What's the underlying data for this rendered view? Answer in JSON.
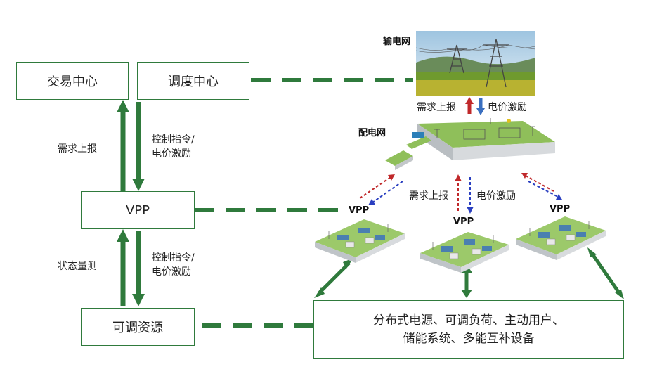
{
  "boxes": {
    "trading_center": "交易中心",
    "dispatch_center": "调度中心",
    "vpp": "VPP",
    "adjustable_resources": "可调资源",
    "resources_desc_line1": "分布式电源、可调负荷、主动用户、",
    "resources_desc_line2": "储能系统、多能互补设备"
  },
  "labels": {
    "demand_report_left": "需求上报",
    "control_cmd_top_line1": "控制指令/",
    "control_cmd_top_line2": "电价激励",
    "status_measure": "状态量测",
    "control_cmd_bottom_line1": "控制指令/",
    "control_cmd_bottom_line2": "电价激励",
    "transmission_grid": "输电网",
    "distribution_grid": "配电网",
    "demand_report_top": "需求上报",
    "price_incentive_top": "电价激励",
    "demand_report_mid": "需求上报",
    "price_incentive_mid": "电价激励",
    "vpp_left": "VPP",
    "vpp_center": "VPP",
    "vpp_right": "VPP"
  },
  "colors": {
    "green": "#2f7a3c",
    "red_arrow": "#c0282a",
    "blue_arrow": "#2a3fc0"
  }
}
